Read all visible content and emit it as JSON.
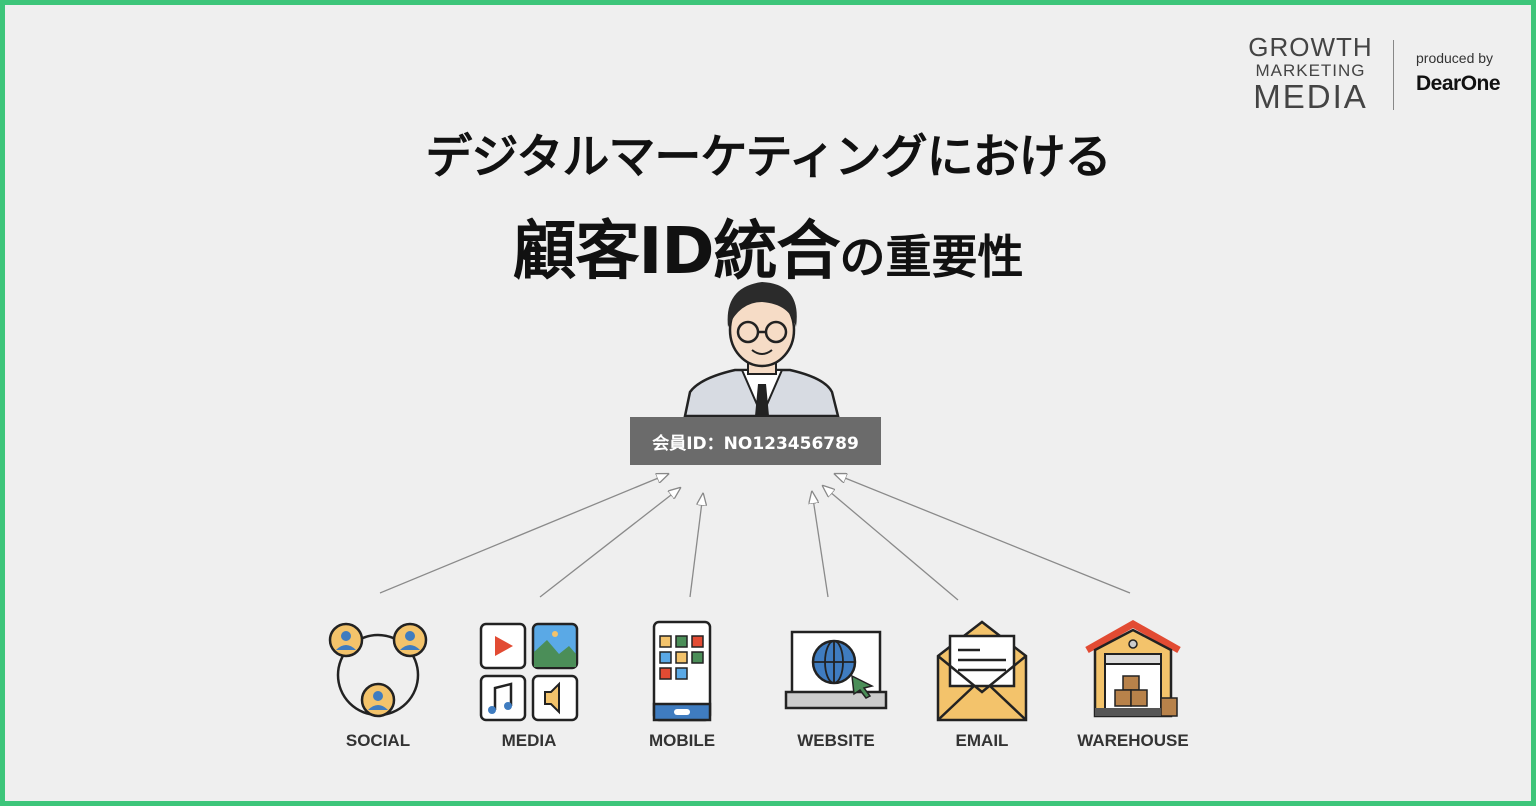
{
  "logo": {
    "line1": "GROWTH",
    "line2": "MARKETING",
    "line3": "MEDIA",
    "produced_by": "produced by",
    "brand": "DearOne"
  },
  "title": {
    "line1": "デジタルマーケティングにおける",
    "line2_main": "顧客ID統合",
    "line2_suffix": "の重要性"
  },
  "member_id": "会員ID：NO123456789",
  "sources": [
    {
      "label": "SOCIAL"
    },
    {
      "label": "MEDIA"
    },
    {
      "label": "MOBILE"
    },
    {
      "label": "WEBSITE"
    },
    {
      "label": "EMAIL"
    },
    {
      "label": "WAREHOUSE"
    }
  ],
  "colors": {
    "border": "#3dc57a",
    "background": "#efefef",
    "id_box": "#6b6b6b"
  }
}
